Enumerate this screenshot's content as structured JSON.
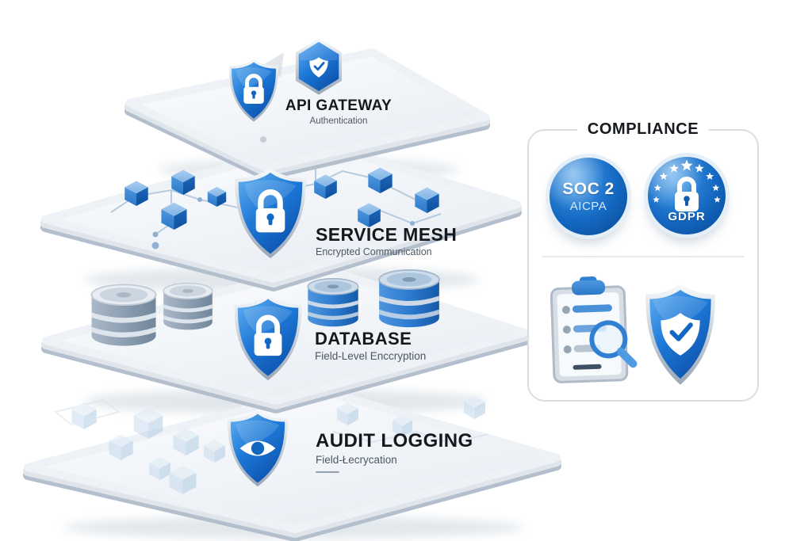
{
  "layers": [
    {
      "title": "API GATEWAY",
      "subtitle": "Authentication",
      "icon": "lock-shield",
      "extra_icon": "verified-shield-hexagon"
    },
    {
      "title": "SERVICE MESH",
      "subtitle": "Encrypted Communication",
      "icon": "lock-shield",
      "decoration": "network-of-cubes"
    },
    {
      "title": "DATABASE",
      "subtitle": "Field-Level Enccryption",
      "icon": "lock-shield",
      "decoration": "database-cylinders"
    },
    {
      "title": "AUDIT LOGGING",
      "subtitle": "Field-Łecrycation",
      "icon": "eye-shield",
      "decoration": "faint-cubes"
    }
  ],
  "compliance": {
    "title": "COMPLIANCE",
    "soc2": {
      "line1": "SOC 2",
      "line2": "AICPA"
    },
    "gdpr": {
      "label": "GDPR",
      "icon": "lock",
      "decoration": "star-ring"
    },
    "icons": [
      "audit-checklist-with-magnifier",
      "verified-shield"
    ]
  },
  "colors": {
    "accent_blue": "#1d77d6",
    "deep_blue": "#0a4da6",
    "cube_blue": "#2a78c8",
    "silver": "#c6d0da",
    "panel_border": "#d9dee4",
    "title_text": "#15181d",
    "subtitle_text": "#4c5864",
    "background": "#ffffff"
  }
}
